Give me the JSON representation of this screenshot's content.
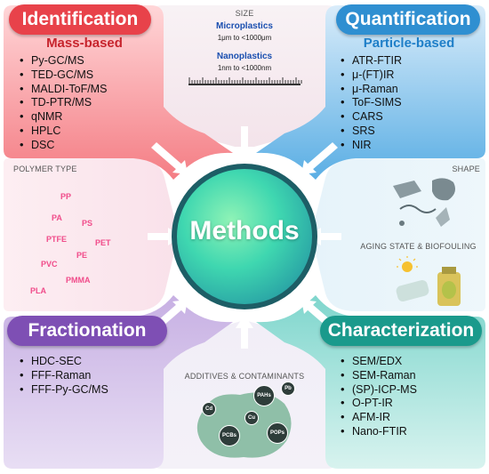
{
  "center": {
    "label": "Methods"
  },
  "identification": {
    "title": "Identification",
    "subtitle": "Mass-based",
    "items": [
      "Py-GC/MS",
      "TED-GC/MS",
      "MALDI-ToF/MS",
      "TD-PTR/MS",
      "qNMR",
      "HPLC",
      "DSC"
    ]
  },
  "quantification": {
    "title": "Quantification",
    "subtitle": "Particle-based",
    "items": [
      "ATR-FTIR",
      "μ-(FT)IR",
      "μ-Raman",
      "ToF-SIMS",
      "CARS",
      "SRS",
      "NIR"
    ]
  },
  "fractionation": {
    "title": "Fractionation",
    "items": [
      "HDC-SEC",
      "FFF-Raman",
      "FFF-Py-GC/MS"
    ]
  },
  "characterization": {
    "title": "Characterization",
    "items": [
      "SEM/EDX",
      "SEM-Raman",
      "(SP)-ICP-MS",
      "O-PT-IR",
      "AFM-IR",
      "Nano-FTIR"
    ]
  },
  "size": {
    "label": "SIZE",
    "micro": {
      "name": "Microplastics",
      "range": "1μm to <1000μm"
    },
    "nano": {
      "name": "Nanoplastics",
      "range": "1nm to <1000nm"
    }
  },
  "polymer_type": {
    "label": "POLYMER TYPE",
    "polymers": [
      "PP",
      "PA",
      "PS",
      "PTFE",
      "PET",
      "PE",
      "PVC",
      "PMMA",
      "PLA"
    ]
  },
  "shape": {
    "label": "SHAPE"
  },
  "aging": {
    "label": "AGING STATE & BIOFOULING"
  },
  "additives": {
    "label": "ADDITIVES & CONTAMINANTS",
    "items": [
      "PAHs",
      "Pb",
      "Cd",
      "Cu",
      "PCBs",
      "POPs"
    ]
  },
  "colors": {
    "identification": "#e8424a",
    "quantification": "#2f8fd1",
    "fractionation": "#7e4fb4",
    "characterization": "#1a9a8c"
  }
}
